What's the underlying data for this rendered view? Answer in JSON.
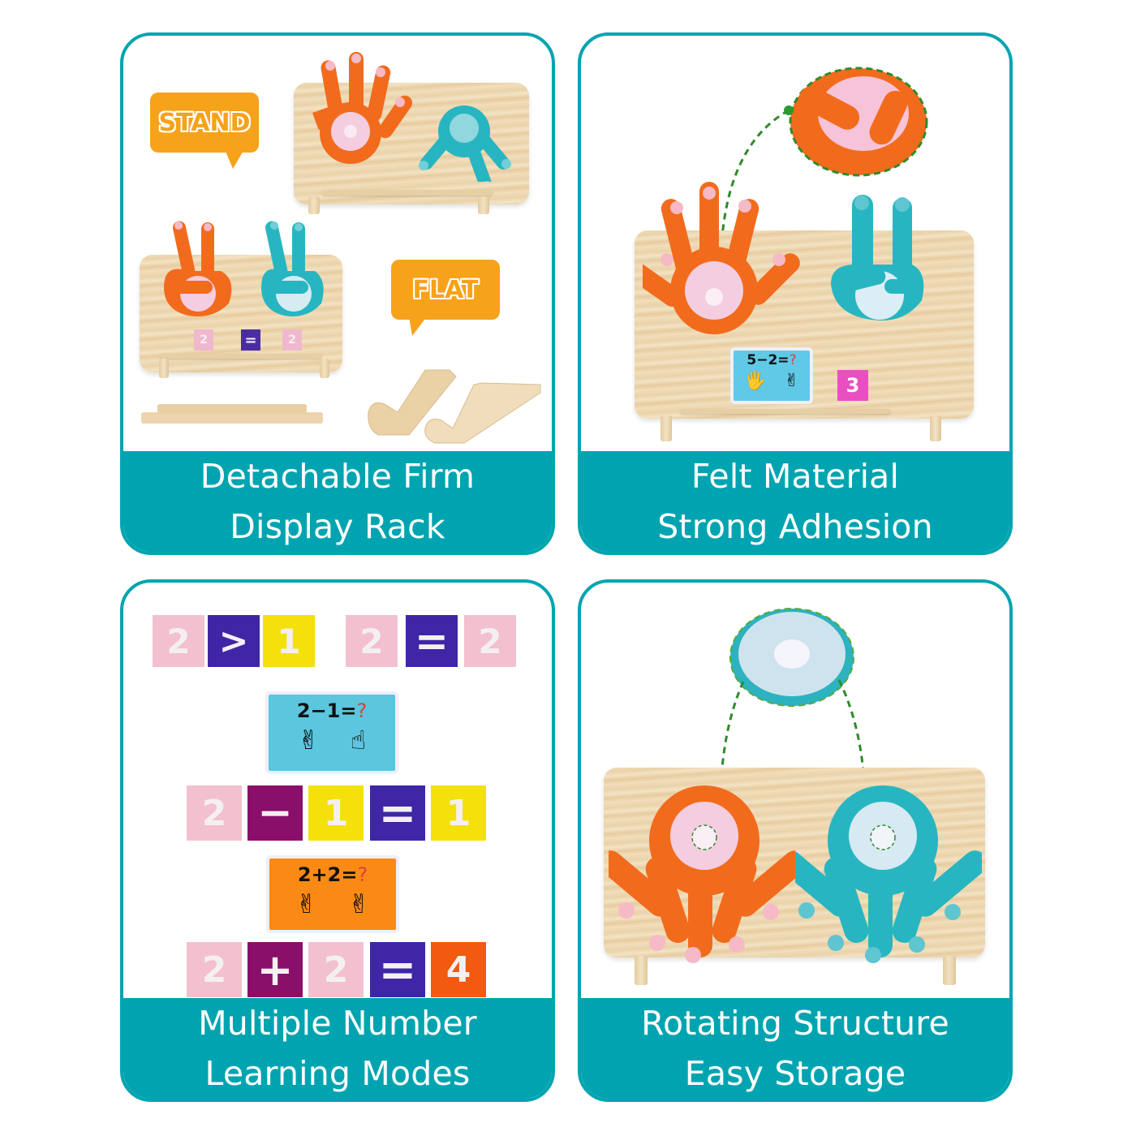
{
  "theme": {
    "accent": "#00a4b0",
    "orange_felt": "#f26b1d",
    "teal_felt": "#27b6c1",
    "pink_felt": "#f4cde0",
    "bubble_orange": "#f7a21b"
  },
  "panels": [
    {
      "id": "detachable-rack",
      "caption_line1": "Detachable Firm",
      "caption_line2": "Display Rack",
      "bubbles": [
        "STAND",
        "FLAT"
      ],
      "tiles": [
        "2",
        "=",
        "2"
      ]
    },
    {
      "id": "felt-material",
      "caption_line1": "Felt Material",
      "caption_line2": "Strong Adhesion",
      "card": {
        "equation": "5−2=",
        "question": "?",
        "hand_left": "🖐",
        "hand_right": "✌"
      },
      "answer_tile": "3"
    },
    {
      "id": "learning-modes",
      "caption_line1": "Multiple Number",
      "caption_line2": "Learning Modes",
      "row1": [
        "2",
        ">",
        "1"
      ],
      "row2": [
        "2",
        "=",
        "2"
      ],
      "card1": {
        "equation": "2−1=",
        "question": "?",
        "hand_left": "✌",
        "hand_right": "☝"
      },
      "row3": [
        "2",
        "−",
        "1",
        "=",
        "1"
      ],
      "card2": {
        "equation": "2+2=",
        "question": "?",
        "hand_left": "✌",
        "hand_right": "✌"
      },
      "row4": [
        "2",
        "+",
        "2",
        "=",
        "4"
      ]
    },
    {
      "id": "rotating-structure",
      "caption_line1": "Rotating Structure",
      "caption_line2": "Easy Storage"
    }
  ]
}
